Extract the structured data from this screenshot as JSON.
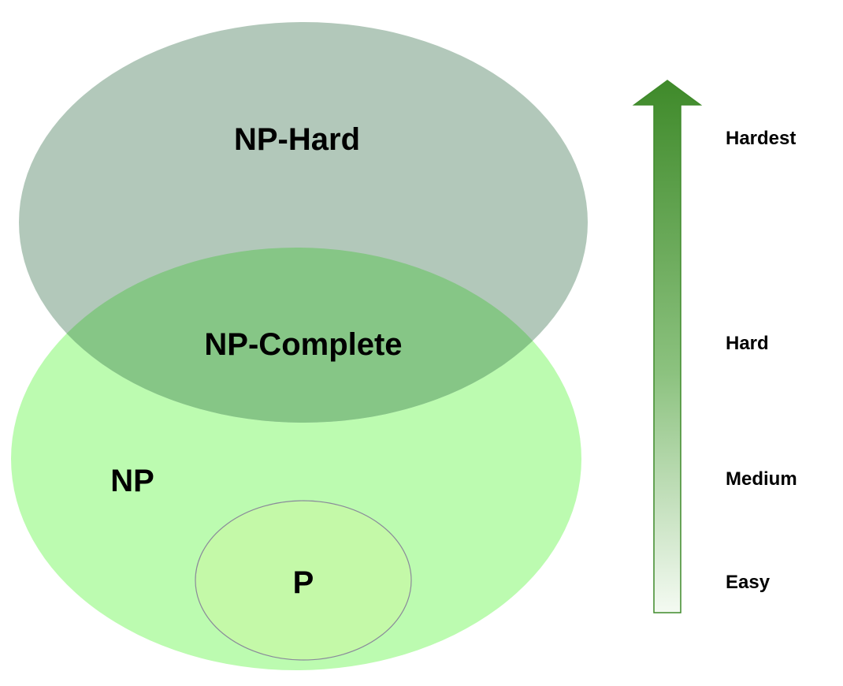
{
  "diagram": {
    "sets": {
      "np_hard": {
        "label": "NP-Hard",
        "color": "#b2c8ba"
      },
      "np_complete": {
        "label": "NP-Complete",
        "color": "#86c686"
      },
      "np": {
        "label": "NP",
        "color": "#bcfbb0"
      },
      "p": {
        "label": "P",
        "color": "#c4f9a8",
        "border_color": "#8a8a9a"
      }
    },
    "difficulty_scale": {
      "arrow_color_top": "#3f8a2a",
      "arrow_color_bottom": "#f4faf2",
      "levels": [
        {
          "label": "Hardest"
        },
        {
          "label": "Hard"
        },
        {
          "label": "Medium"
        },
        {
          "label": "Easy"
        }
      ]
    }
  }
}
